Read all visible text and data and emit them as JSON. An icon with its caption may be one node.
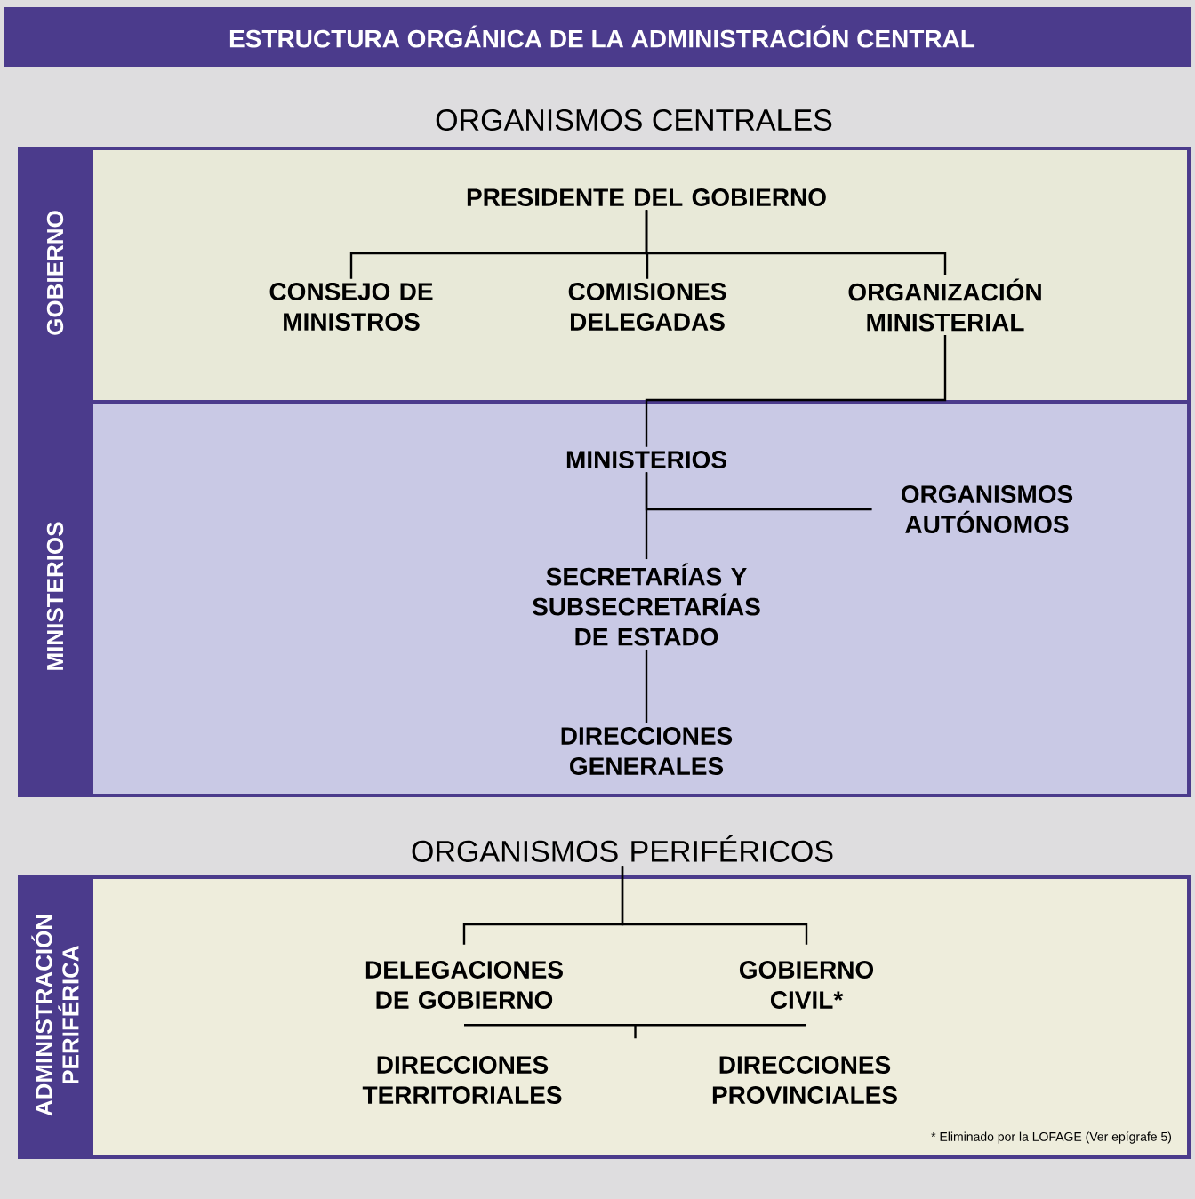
{
  "diagram": {
    "title": "ESTRUCTURA ORGÁNICA DE LA ADMINISTRACIÓN CENTRAL",
    "nodes": [
      {
        "text": [
          "GOBIERNO"
        ]
      },
      {
        "text": [
          "PRESIDENTE DEL GOBIERNO"
        ],
        "in": 0
      },
      {
        "text": [
          "CONSEJO DE MINISTROS"
        ],
        "in": 0
      },
      {
        "text": [
          "COMISIONES DELEGADAS"
        ],
        "in": 0
      },
      {
        "text": [
          "ORGANIZACIÓN MINISTERIAL"
        ],
        "in": 0
      },
      {
        "text": [
          "MINISTERIOS"
        ]
      },
      {
        "text": [
          "MINISTERIOS"
        ],
        "in": 5
      },
      {
        "text": [
          "ORGANISMOS AUTÓNOMOS"
        ],
        "in": 5
      },
      {
        "text": [
          "SECRETARÍAS Y SUBSECRETARÍAS DE ESTADO"
        ],
        "in": 5
      },
      {
        "text": [
          "DIRECCIONES GENERALES"
        ],
        "in": 5
      },
      {
        "text": [
          "ORGANISMOS PERIFÉRICOS"
        ]
      },
      {
        "text": [
          "ADMINISTRACIÓN PERIFÉRICA"
        ]
      },
      {
        "text": [
          "DELEGACIONES DE GOBIERNO"
        ],
        "in": 11
      },
      {
        "text": [
          "GOBIERNO CIVIL*"
        ],
        "in": 11
      },
      {
        "text": [
          "DIRECCIONES TERRITORIALES"
        ],
        "in": 11
      },
      {
        "text": [
          "DIRECCIONES PROVINCIALES"
        ],
        "in": 11
      }
    ],
    "edges": [
      {
        "from": 1,
        "to": 2,
        "arrow": "none"
      },
      {
        "from": 1,
        "to": 3,
        "arrow": "none"
      },
      {
        "from": 1,
        "to": 4,
        "arrow": "none"
      },
      {
        "from": 4,
        "to": 6,
        "arrow": "none"
      },
      {
        "from": 6,
        "to": 7,
        "arrow": "none"
      },
      {
        "from": 6,
        "to": 8,
        "arrow": "none"
      },
      {
        "from": 8,
        "to": 9,
        "arrow": "none"
      },
      {
        "from": 10,
        "to": 12,
        "arrow": "none"
      },
      {
        "from": 10,
        "to": 13,
        "arrow": "none"
      },
      {
        "from": 12,
        "to": 13,
        "arrow": "none"
      }
    ],
    "labels": [
      "ORGANISMOS CENTRALES",
      "* Eliminado por la LOFAGE (Ver epígrafe 5)"
    ]
  }
}
